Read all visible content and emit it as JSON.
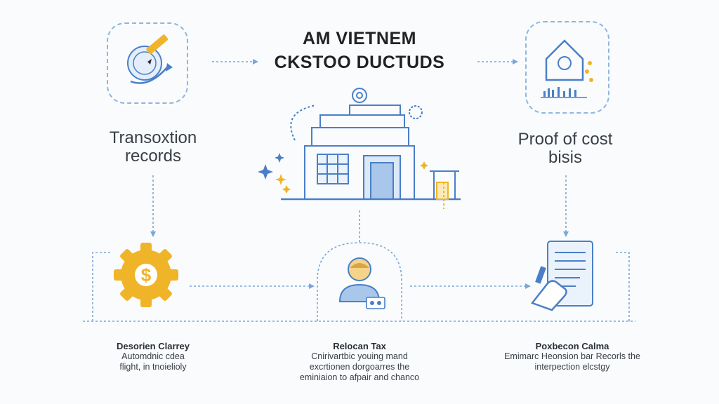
{
  "title": {
    "line1": "AM VIETNEM",
    "line2": "CKSTOO DUCTUDS"
  },
  "top_left": {
    "label_line1": "Transoxtion",
    "label_line2": "records",
    "icon": "coin-pen-icon"
  },
  "top_right": {
    "label_line1": "Proof of cost",
    "label_line2": "bisis",
    "icon": "house-chart-icon"
  },
  "center": {
    "icon": "building-illustration"
  },
  "bottom": [
    {
      "title": "Desorien Clarrey",
      "desc_line1": "Automdnic cdea",
      "desc_line2": "flight, in tnoielioly",
      "icon": "gear-dollar-icon"
    },
    {
      "title": "Relocan Tax",
      "desc_line1": "Cnirivartbic youing mand",
      "desc_line2": "excrtionen dorgoarres the",
      "desc_line3": "eminiaion to afpair and chanco",
      "icon": "person-avatar-icon"
    },
    {
      "title": "Poxbecon Calma",
      "desc_line1": "Emimarc Heonsion bar Recorls the",
      "desc_line2": "interpection elcstgy",
      "icon": "document-hand-icon"
    }
  ],
  "colors": {
    "accent_blue": "#4a7fc7",
    "dash_blue": "#8fb6e0",
    "gold": "#f0b429",
    "text": "#2a2f36"
  }
}
